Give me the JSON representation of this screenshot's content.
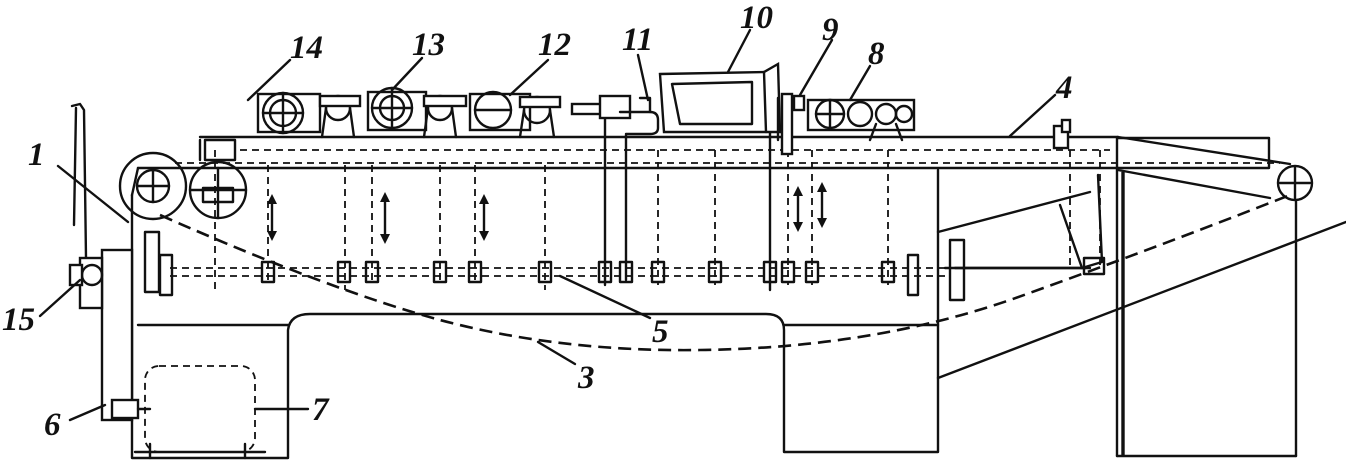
{
  "labels": {
    "l1": "1",
    "l3": "3",
    "l4": "4",
    "l5": "5",
    "l6": "6",
    "l7": "7",
    "l8": "8",
    "l9": "9",
    "l10": "10",
    "l11": "11",
    "l12": "12",
    "l13": "13",
    "l14": "14",
    "l15": "15"
  }
}
